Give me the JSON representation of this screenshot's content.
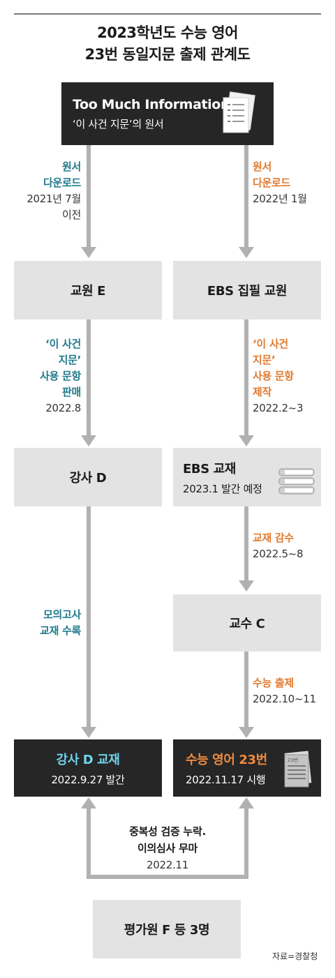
{
  "title": {
    "line1": "2023학년도 수능 영어",
    "line2": "23번 동일지문 출제 관계도"
  },
  "top_box": {
    "main": "Too Much Information",
    "sub": "‘이 사건 지문’의 원서",
    "icon": "document-stack-icon"
  },
  "left_flow": {
    "arrow1": {
      "line1": "원서",
      "line2": "다운로드",
      "date1": "2021년 7월",
      "date2": "이전"
    },
    "box1": "교원 E",
    "arrow2": {
      "line1": "‘이 사건",
      "line2": "지문’",
      "line3": "사용 문항",
      "line4": "판매",
      "date": "2022.8"
    },
    "box2": "강사 D",
    "arrow3": {
      "line1": "모의고사",
      "line2": "교재 수록"
    },
    "box3": {
      "main": "강사 D 교재",
      "sub": "2022.9.27 발간"
    }
  },
  "right_flow": {
    "arrow1": {
      "line1": "원서",
      "line2": "다운로드",
      "date": "2022년 1월"
    },
    "box1": "EBS 집필 교원",
    "arrow2": {
      "line1": "‘이 사건",
      "line2": "지문’",
      "line3": "사용 문항",
      "line4": "제작",
      "date": "2022.2~3"
    },
    "box2": {
      "main": "EBS 교재",
      "sub": "2023.1 발간 예정",
      "icon": "books-stack-icon"
    },
    "arrow3": {
      "line1": "교재 감수",
      "date": "2022.5~8"
    },
    "box3": "교수 C",
    "arrow4": {
      "line1": "수능 출제",
      "date": "2022.10~11"
    },
    "box4": {
      "main": "수능 영어 23번",
      "sub": "2022.11.17 시행",
      "icon": "exam-paper-icon",
      "icon_text": "23번"
    }
  },
  "bottom": {
    "line1": "중복성 검증 누락.",
    "line2": "이의심사 무마",
    "date": "2022.11",
    "box": "평가원 F 등 3명"
  },
  "source": "자료=경찰청",
  "colors": {
    "teal": "#1f7a8c",
    "orange": "#e07a2e",
    "light_blue": "#6fd3ec",
    "dark_box": "#262626",
    "light_box": "#e3e3e3",
    "connector": "#b1b1b1"
  }
}
